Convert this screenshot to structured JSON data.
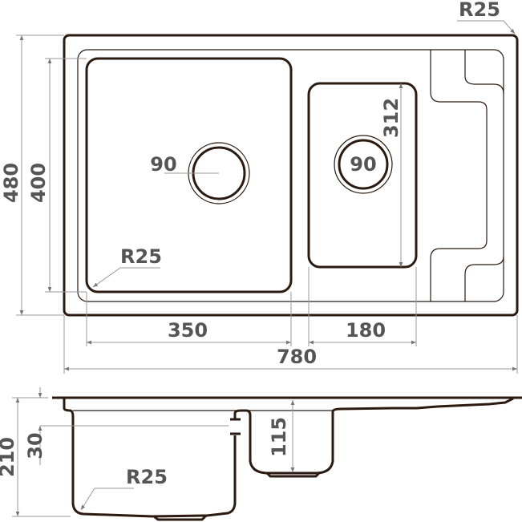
{
  "title": "Sink dimension drawing",
  "units": "mm",
  "top_view": {
    "overall_length": "780",
    "overall_width": "480",
    "inner_width": "400",
    "large_bowl_length": "350",
    "small_bowl_length": "180",
    "small_bowl_width": "312",
    "large_drain": "90",
    "small_drain": "90",
    "corner_radius_outer": "R25",
    "corner_radius_bowl": "R25"
  },
  "side_view": {
    "total_depth": "210",
    "overflow_offset": "30",
    "small_bowl_depth": "115",
    "bottom_radius": "R25"
  },
  "colors": {
    "outline": "#2a1a10",
    "dimension": "#9a9a9a",
    "text": "#555555"
  }
}
